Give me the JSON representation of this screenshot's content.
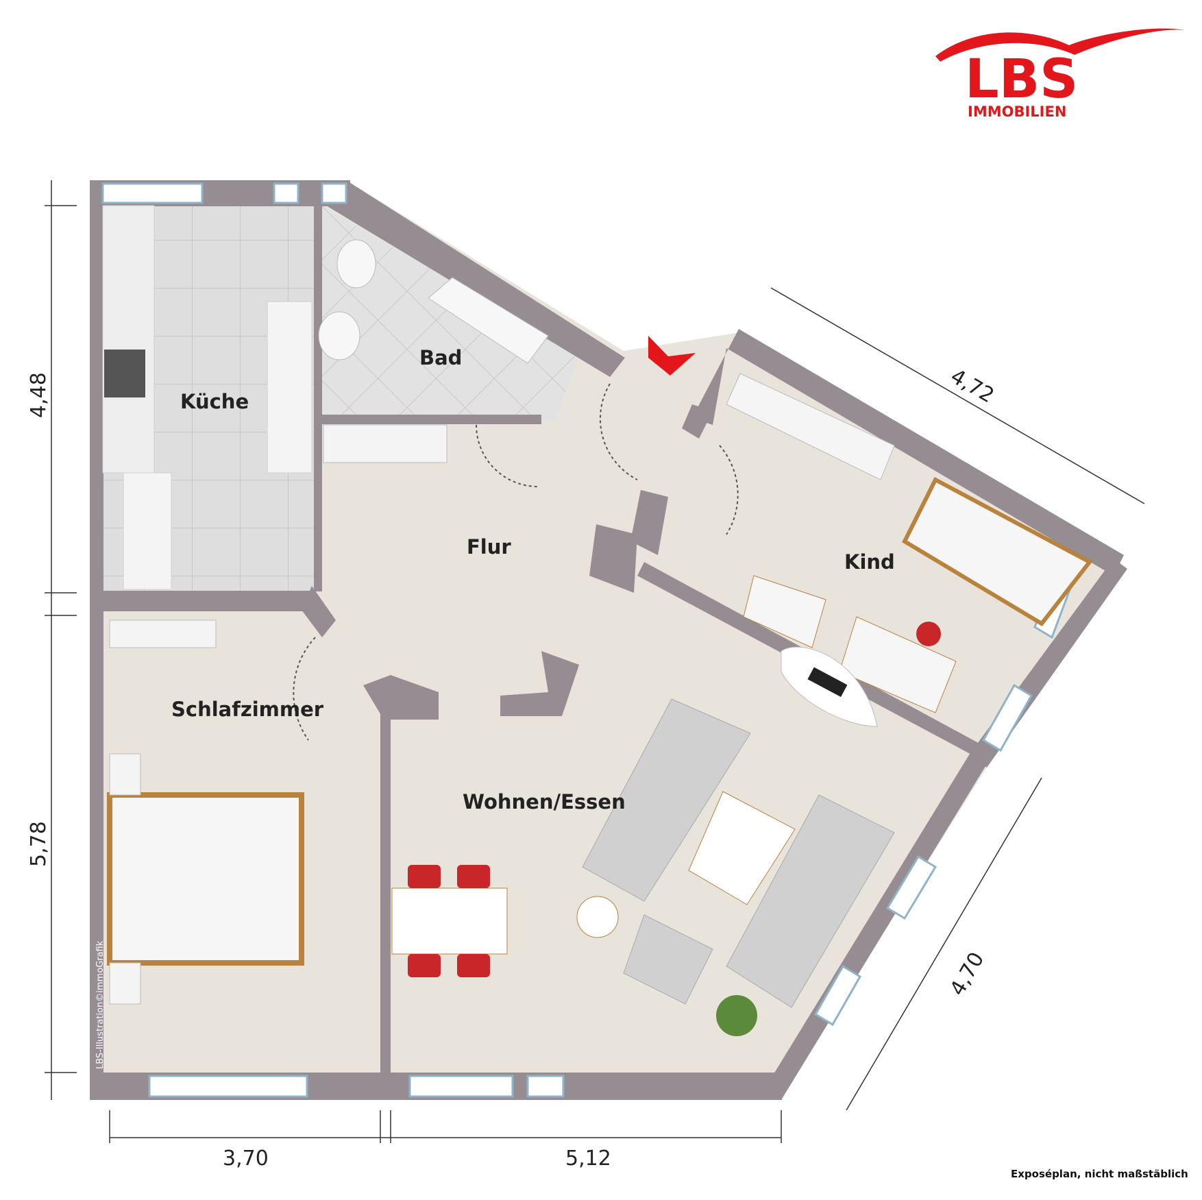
{
  "logo": {
    "brand": "LBS",
    "sub": "IMMOBILIEN",
    "color": "#e3161b"
  },
  "rooms": {
    "kueche": "Küche",
    "bad": "Bad",
    "flur": "Flur",
    "kind": "Kind",
    "schlafzimmer": "Schlafzimmer",
    "wohnen": "Wohnen/Essen"
  },
  "dimensions": {
    "left_top": "4,48",
    "left_bottom": "5,78",
    "bottom_left": "3,70",
    "bottom_right": "5,12",
    "kind_top": "4,72",
    "right_diag": "4,70"
  },
  "note": "Exposéplan, nicht maßstäblich",
  "credit": "LBS-Illustration©immoGrafik",
  "colors": {
    "wall": "#958d91",
    "floor": "#e8e4dc",
    "tile": "#dcdcdc",
    "entry_arrow": "#e3161b",
    "chair": "#c9262a",
    "wood": "#b9833e"
  },
  "icons": [
    "entrance-arrow-icon",
    "plant-icon",
    "tv-icon"
  ]
}
